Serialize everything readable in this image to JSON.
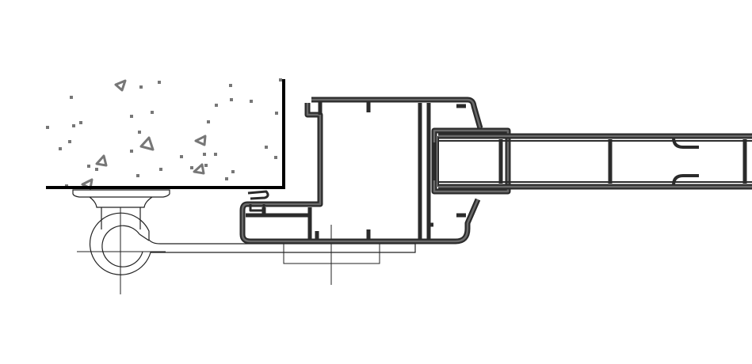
{
  "diagram": {
    "kind": "technical-cross-section",
    "labels": [],
    "colors": {
      "background": "#ffffff",
      "profile_outline": "#2b2b2b",
      "profile_fill": "#555555",
      "guide_line": "#222222",
      "concrete_aggregate": "#777777",
      "wall_edge": "#000000"
    },
    "parts": [
      "concrete-wall-section",
      "anchor-plate",
      "hinge-pin",
      "frame-profile",
      "sash-clamp",
      "glazing-panel",
      "centre-guide-lines"
    ]
  }
}
